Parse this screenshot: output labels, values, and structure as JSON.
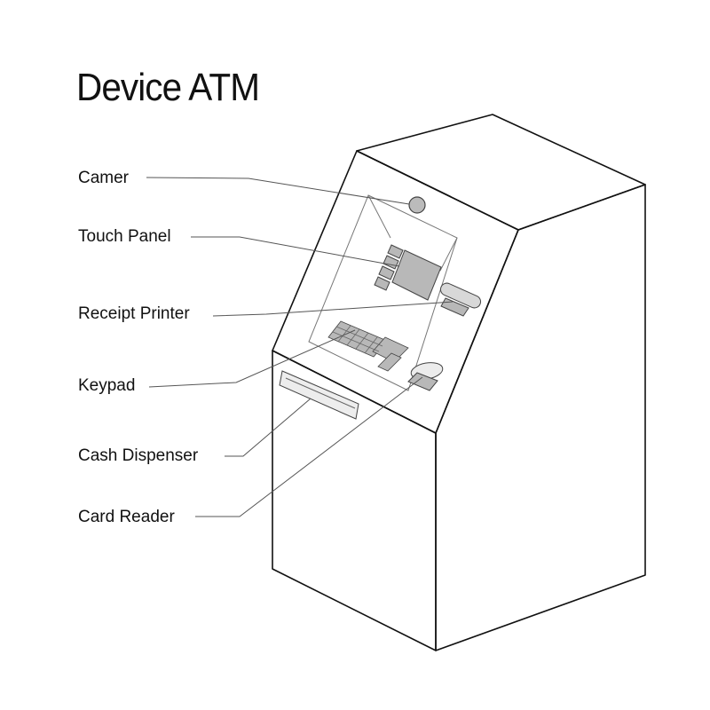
{
  "title": "Device ATM",
  "labels": {
    "camera": "Camer",
    "touch_panel": "Touch Panel",
    "receipt_printer": "Receipt Printer",
    "keypad": "Keypad",
    "cash_dispenser": "Cash Dispenser",
    "card_reader": "Card Reader"
  },
  "colors": {
    "outline": "#111111",
    "leader": "#555555",
    "component_fill": "#b8b8b8",
    "component_stroke": "#444444"
  }
}
